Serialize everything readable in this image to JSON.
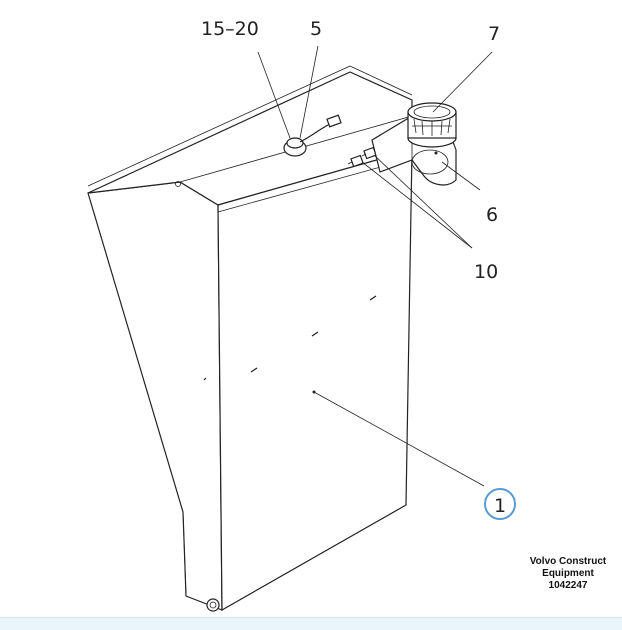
{
  "callouts": {
    "c15_20": "15–20",
    "c5": "5",
    "c7": "7",
    "c6": "6",
    "c10": "10",
    "c1": "1"
  },
  "watermark": {
    "line1": "Volvo Construct",
    "line2": "Equipment",
    "line3": "1042247"
  },
  "colors": {
    "line": "#222222",
    "highlight_circle": "#5b9bd5",
    "bottom_bar": "#e9f4fb"
  }
}
